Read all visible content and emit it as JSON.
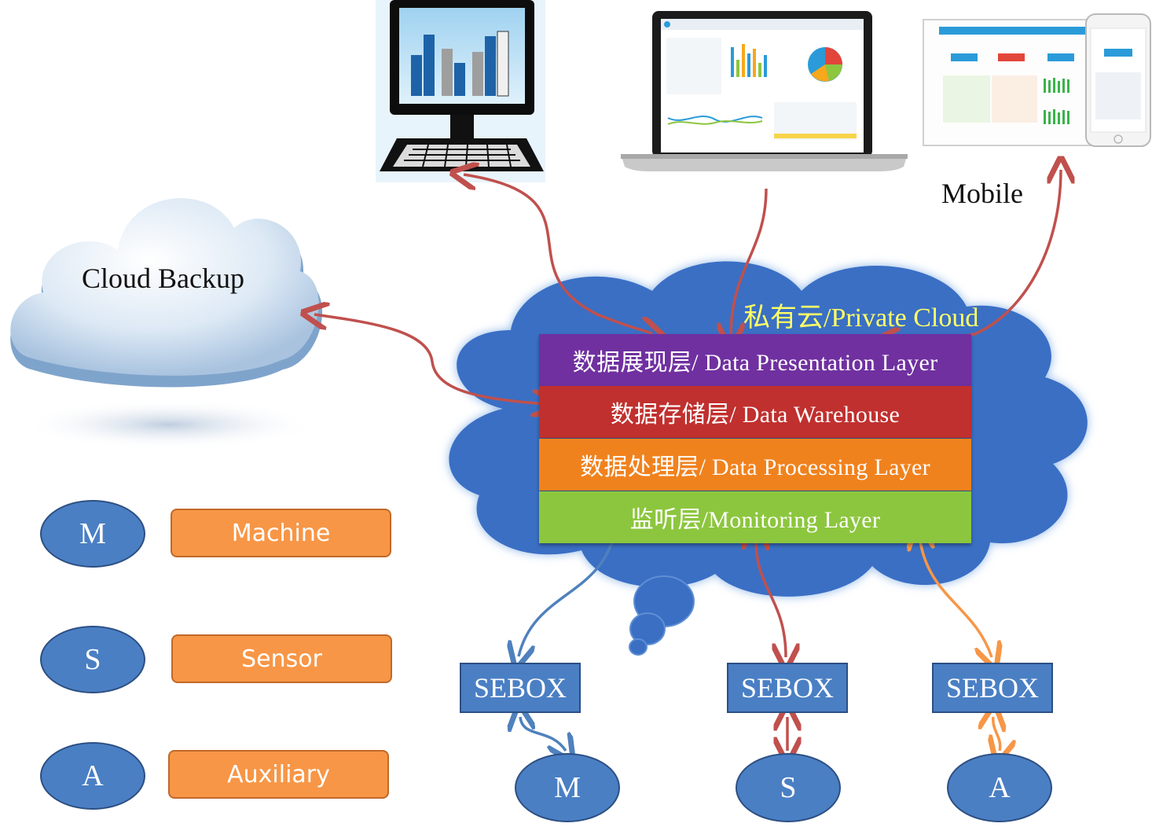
{
  "cloud_backup": {
    "label": "Cloud Backup"
  },
  "devices": {
    "mobile_label": "Mobile"
  },
  "private_cloud": {
    "title": "私有云/Private Cloud",
    "layers": [
      {
        "label": "数据展现层/ Data Presentation  Layer",
        "color": "#7030a0"
      },
      {
        "label": "数据存储层/ Data Warehouse",
        "color": "#c0302e"
      },
      {
        "label": "数据处理层/ Data Processing  Layer",
        "color": "#f0821e"
      },
      {
        "label": "监听层/Monitoring  Layer",
        "color": "#8cc63e"
      }
    ]
  },
  "sebox": [
    {
      "label": "SEBOX",
      "device": "M"
    },
    {
      "label": "SEBOX",
      "device": "S"
    },
    {
      "label": "SEBOX",
      "device": "A"
    }
  ],
  "legend": [
    {
      "symbol": "M",
      "label": "Machine"
    },
    {
      "symbol": "S",
      "label": "Sensor"
    },
    {
      "symbol": "A",
      "label": "Auxiliary"
    }
  ],
  "colors": {
    "arrow_red": "#c0504d",
    "arrow_blue": "#4f81bd",
    "arrow_orange": "#f79646",
    "cloud_blue": "#3a6fc4",
    "node_blue": "#4a7fc4",
    "legend_orange": "#f79646",
    "title_yellow": "#ffff66"
  }
}
